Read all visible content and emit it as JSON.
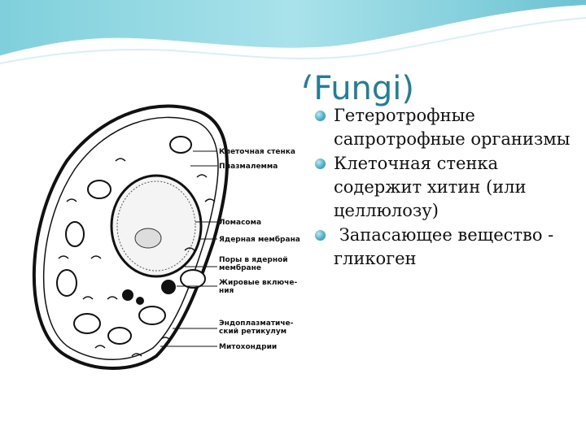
{
  "slide": {
    "title": "Царство Грибы (Fungi)",
    "title_visible_part": "(Fungi)",
    "accent_color": "#1f7f98",
    "bullet_color": "#4ab1c9"
  },
  "figure": {
    "labels": [
      "Клеточная стенка",
      "Плазмалемма",
      "Ломасома",
      "Ядерная мембрана",
      "Поры в ядерной",
      "мембране",
      "Жировые включе-",
      "ния",
      "Эндоплазматиче-",
      "ский ретикулум",
      "Митохондрии"
    ]
  },
  "bullets": [
    "Гетеротрофные сапротрофные организмы",
    "Клеточная стенка содержит хитин (или целлюлозу)",
    " Запасающее вещество - гликоген"
  ]
}
